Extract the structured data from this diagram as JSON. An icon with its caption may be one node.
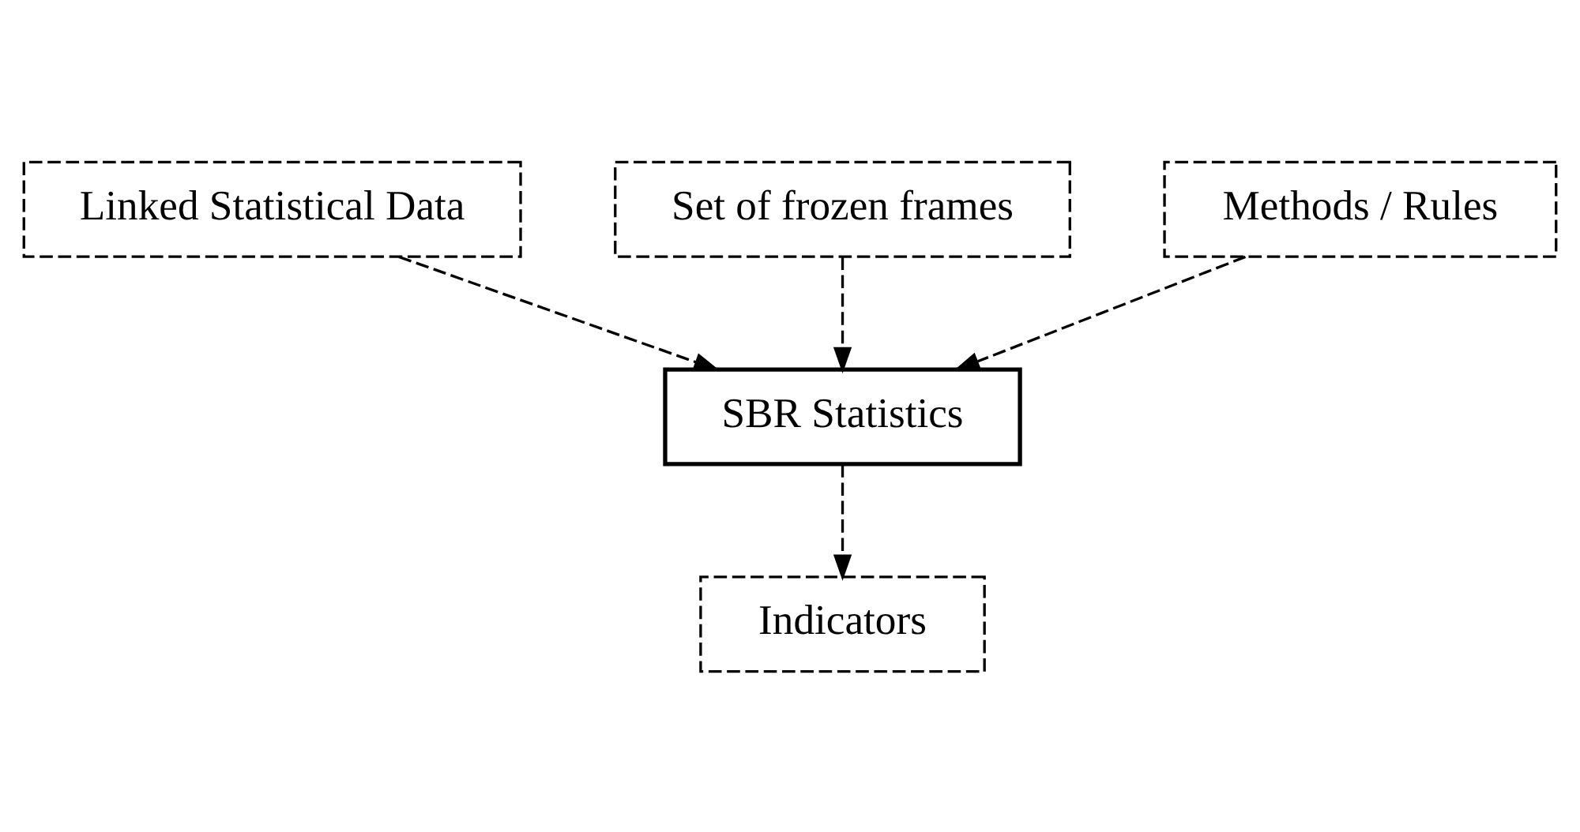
{
  "diagram": {
    "nodes": [
      {
        "text": [
          "Set of frozen frames"
        ]
      },
      {
        "text": [
          "Linked Statistical Data"
        ]
      },
      {
        "text": [
          "Methods / Rules"
        ]
      },
      {
        "text": [
          "SBR Statistics"
        ]
      },
      {
        "text": [
          "Indicators"
        ]
      }
    ],
    "edges": [
      {
        "from": 1,
        "to": 3,
        "arrow": "to",
        "style": "dashed"
      },
      {
        "from": 0,
        "to": 3,
        "arrow": "to",
        "style": "dashed"
      },
      {
        "from": 2,
        "to": 3,
        "arrow": "to",
        "style": "dashed"
      },
      {
        "from": 3,
        "to": 4,
        "arrow": "to",
        "style": "dashed"
      }
    ]
  }
}
